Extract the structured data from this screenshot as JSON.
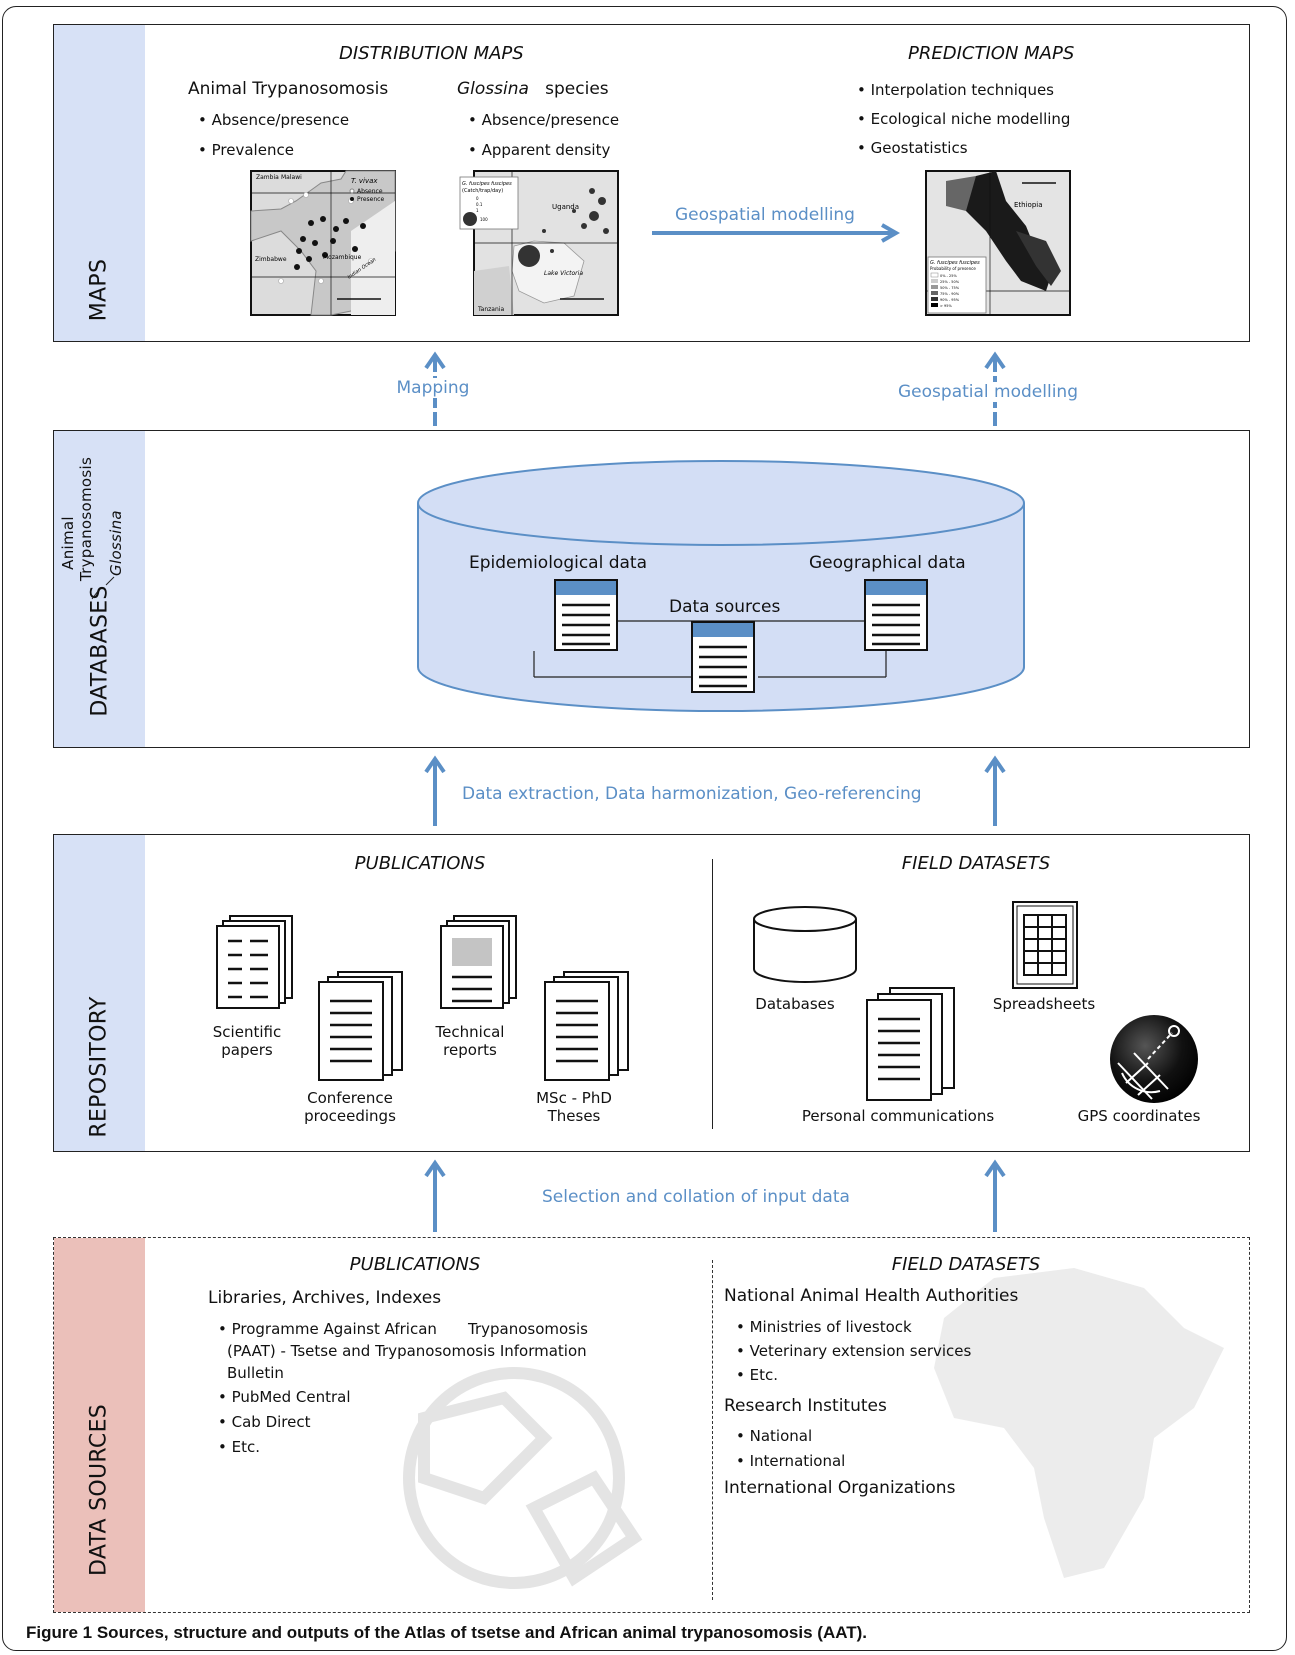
{
  "maps": {
    "side_label": "MAPS",
    "distribution_title": "DISTRIBUTION MAPS",
    "prediction_title": "PREDICTION MAPS",
    "aat_heading": "Animal Trypanosomosis",
    "aat_items": [
      "Absence/presence",
      "Prevalence"
    ],
    "glossina_heading_italic": "Glossina",
    "glossina_heading_rest": "species",
    "glossina_items": [
      "Absence/presence",
      "Apparent density"
    ],
    "prediction_items": [
      "Interpolation techniques",
      "Ecological niche modelling",
      "Geostatistics"
    ],
    "arrow_label": "Geospatial modelling",
    "map1": {
      "legend_title": "T. vivax",
      "legend_absence": "Absence",
      "legend_presence": "Presence",
      "labels": [
        "Zambia",
        "Malawi",
        "Mozambique",
        "Zimbabwe",
        "Indian Ocean"
      ]
    },
    "map2": {
      "legend_title": "G. fuscipes fuscipes",
      "legend_sub": "(Catch/trap/day)",
      "legend_values": [
        "0",
        "0.1",
        "1",
        "100"
      ],
      "labels": [
        "Uganda",
        "Lake Victoria",
        "Tanzania"
      ]
    },
    "map3": {
      "labels": [
        "Ethiopia"
      ],
      "legend_title": "G. fuscipes fuscipes",
      "legend_sub": "Probability of presence",
      "legend_values": [
        "0% - 25%",
        "25% - 50%",
        "50% - 75%",
        "75% - 90%",
        "90% - 95%",
        "> 95%"
      ]
    }
  },
  "between_maps_db": {
    "left": "Mapping",
    "right": "Geospatial modelling"
  },
  "databases": {
    "side_label": "DATABASES",
    "side_sub_1": "Animal",
    "side_sub_2": "Trypanosomosis",
    "side_sub_3": "Glossina",
    "epi_label": "Epidemiological data",
    "geo_label": "Geographical data",
    "src_label": "Data sources"
  },
  "between_db_repo": {
    "label": "Data extraction, Data harmonization, Geo-referencing"
  },
  "repository": {
    "side_label": "REPOSITORY",
    "publications_title": "PUBLICATIONS",
    "field_title": "FIELD DATASETS",
    "scientific_1": "Scientific",
    "scientific_2": "papers",
    "conference_1": "Conference",
    "conference_2": "proceedings",
    "technical_1": "Technical",
    "technical_2": "reports",
    "theses_1": "MSc - PhD",
    "theses_2": "Theses",
    "databases": "Databases",
    "spreadsheets": "Spreadsheets",
    "personal": "Personal communications",
    "gps": "GPS coordinates"
  },
  "between_repo_sources": {
    "label": "Selection and collation of input data"
  },
  "data_sources": {
    "side_label": "DATA SOURCES",
    "publications_title": "PUBLICATIONS",
    "field_title": "FIELD DATASETS",
    "libraries": "Libraries, Archives, Indexes",
    "pub_line1a": "• Programme Against African",
    "pub_line1b": "Trypanosomosis",
    "pub_line2": "(PAAT) - Tsetse and Trypanosomosis Information",
    "pub_line3": "Bulletin",
    "pub_items": [
      "• PubMed Central",
      "• Cab Direct",
      "• Etc."
    ],
    "national": "National Animal Health Authorities",
    "national_items": [
      "• Ministries of livestock",
      "• Veterinary extension services",
      "• Etc."
    ],
    "research": "Research Institutes",
    "research_items": [
      "• National",
      "• International"
    ],
    "international": "International Organizations"
  },
  "caption": {
    "bold": "Figure 1 Sources, structure and outputs of the Atlas of tsetse and African animal trypanosomosis (AAT)."
  },
  "colors": {
    "accent_blue": "#5b8fc6",
    "band_blue": "#d7e1f6",
    "band_red": "#ebc0ba",
    "cylinder_fill": "#d3def5"
  }
}
